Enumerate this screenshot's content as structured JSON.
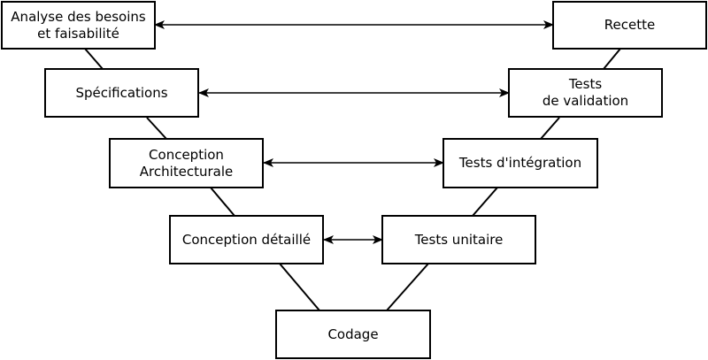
{
  "diagram": {
    "stroke_color": "#000000",
    "nodes": {
      "analyse": "Analyse des besoins\net faisabilité",
      "specifications": "Spécifications",
      "conception_architecturale": "Conception\nArchitecturale",
      "conception_detaillee": "Conception détaillé",
      "codage": "Codage",
      "tests_unitaires": "Tests unitaire",
      "tests_integration": "Tests d'intégration",
      "tests_validation": "Tests\nde validation",
      "recette": "Recette"
    }
  }
}
